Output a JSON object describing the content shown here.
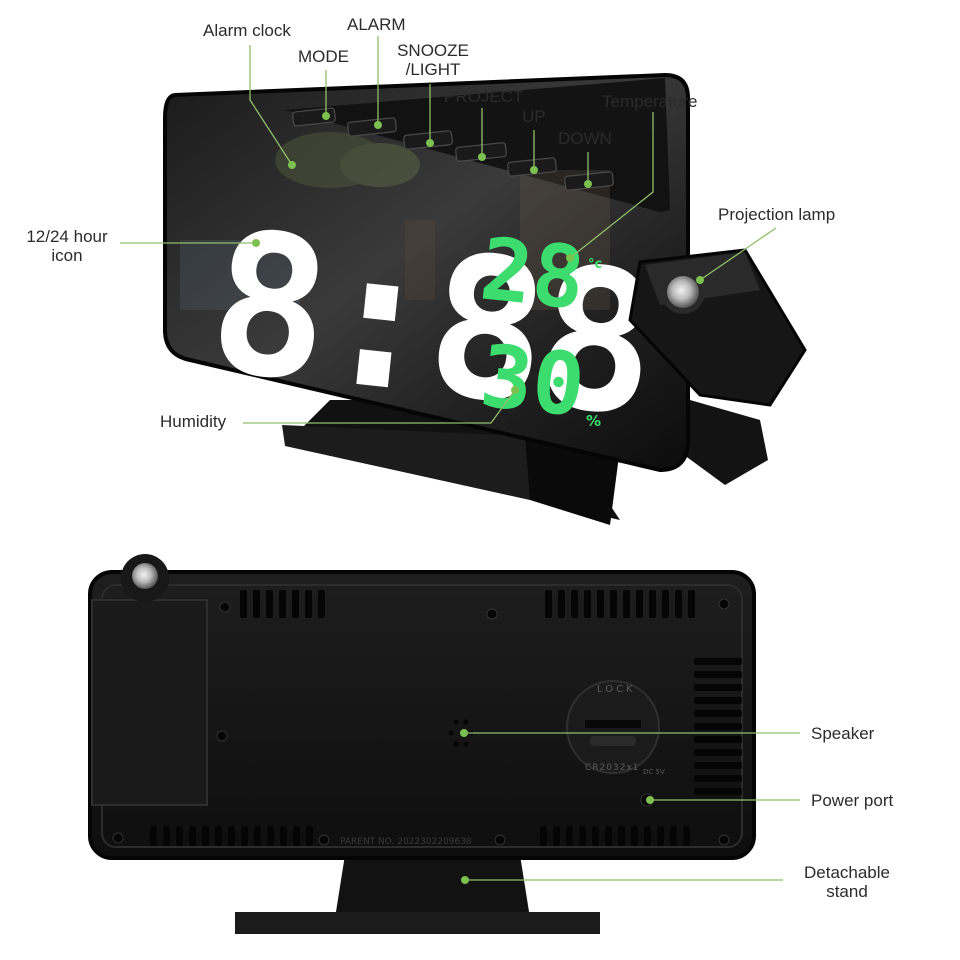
{
  "front_labels": {
    "alarm_clock": "Alarm clock",
    "mode": "MODE",
    "alarm": "ALARM",
    "snooze_line1": "SNOOZE",
    "snooze_line2": "/LIGHT",
    "project": "PROJECT",
    "up": "UP",
    "down": "DOWN",
    "temperature": "Temperature",
    "projection_lamp": "Projection lamp",
    "hour_icon_line1": "12/24 hour",
    "hour_icon_line2": "icon",
    "humidity": "Humidity"
  },
  "display": {
    "time": "8:88",
    "temperature_value": "28",
    "temperature_unit": "°c",
    "humidity_value": "30",
    "humidity_unit": "%"
  },
  "back_labels": {
    "speaker": "Speaker",
    "power_port": "Power port",
    "stand_line1": "Detachable",
    "stand_line2": "stand"
  },
  "back_panel": {
    "parent_no": "PARENT NO. 2022302209638",
    "battery_lock": "LOCK",
    "battery_type": "CR2032x1",
    "dc_label": "DC 5V"
  },
  "colors": {
    "callout_line": "#8fbf6a",
    "callout_dot": "#7cc04f",
    "led_green": "#3ddc6e",
    "led_white": "#ffffff",
    "body_black": "#151515"
  }
}
